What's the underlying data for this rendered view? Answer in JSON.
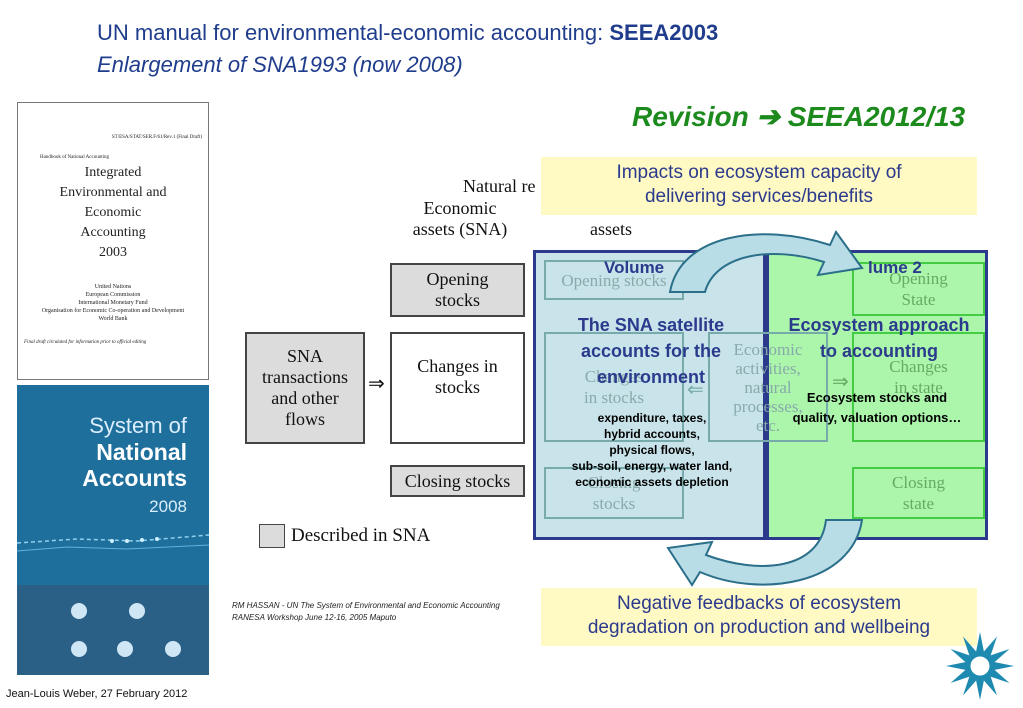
{
  "header": {
    "title_line1_prefix": "UN manual for environmental-economic accounting: ",
    "title_line1_bold": "SEEA2003",
    "title_line2": "Enlargement  of SNA1993 (now 2008)",
    "revision": "Revision  ➔ SEEA2012/13"
  },
  "handbook_cover": {
    "code": "ST/ESA/STAT/SER.F/61/Rev.1 (Final Draft)",
    "subtitle": "Handbook of National Accounting",
    "title": "Integrated\nEnvironmental and\nEconomic\nAccounting\n2003",
    "orgs": "United Nations\nEuropean Commission\nInternational Monetary Fund\nOrganisation for Economic Co-operation and Development\nWorld Bank",
    "note": "Final draft circulated for information prior to official editing"
  },
  "sna_cover": {
    "line1": "System of",
    "line2": "National",
    "line3": "Accounts",
    "line4": "2008"
  },
  "diagram": {
    "natural_assets_header": "Natural re",
    "economic_assets_header": "Economic\nassets (SNA)",
    "assets_label": "assets",
    "opening_stocks": "Opening\nstocks",
    "changes_in_stocks": "Changes in\nstocks",
    "closing_stocks": "Closing stocks",
    "sna_transactions": "SNA\ntransactions\nand other\nflows",
    "arrow": "⇒",
    "faded_opening_stocks": "Opening stocks",
    "faded_changes_in_stocks": "Changes\nin stocks",
    "faded_closing_stocks": "Closing\nstocks",
    "faded_economic_activities": "Economic\nactivities,\nnatural\nprocesses,\netc.",
    "faded_arrow_left": "⇐",
    "faded_arrow_right": "⇒",
    "faded_opening_state": "Opening\nState",
    "faded_changes_in_state": "Changes\nin state",
    "faded_closing_state": "Closing\nstate",
    "legend": "Described in SNA"
  },
  "overlays": {
    "impacts": "Impacts on ecosystem capacity of\ndelivering services/benefits",
    "negative": "Negative feedbacks of ecosystem\ndegradation on production and wellbeing",
    "vol1_title": "Volume",
    "vol1_heading": "The SNA satellite\naccounts for the\nenvironment",
    "vol1_items": "expenditure, taxes,\nhybrid accounts,\nphysical flows,\nsub-soil, energy, water land,\neconomic assets depletion",
    "vol2_title": "lume 2",
    "vol2_heading": "Ecosystem approach\nto accounting",
    "vol2_items": "Ecosystem stocks and\nquality, valuation options…"
  },
  "credit": "RM HASSAN - UN The System of Environmental and Economic Accounting\nRANESA Workshop June 12-16, 2005 Maputo",
  "footer": "Jean-Louis Weber, 27 February 2012",
  "colors": {
    "title_blue": "#1f3d8c",
    "revision_green": "#1d8a1d",
    "vol1_fill": "#aad6de",
    "vol2_fill": "#78f078",
    "border_navy": "#2b3a8c",
    "yellow_box": "#fff9c4",
    "arrow_fill": "#b9dde6",
    "sna_cover_blue": "#1f6f9c"
  }
}
